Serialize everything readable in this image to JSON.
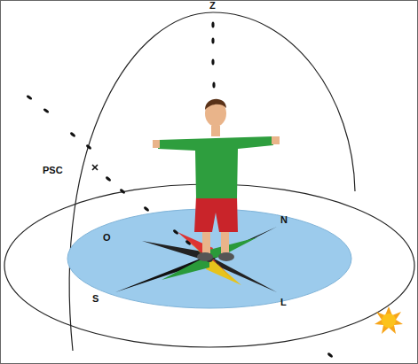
{
  "diagram": {
    "labels": [
      "Z",
      "PSC",
      "O",
      "N",
      "S",
      "L"
    ]
  }
}
